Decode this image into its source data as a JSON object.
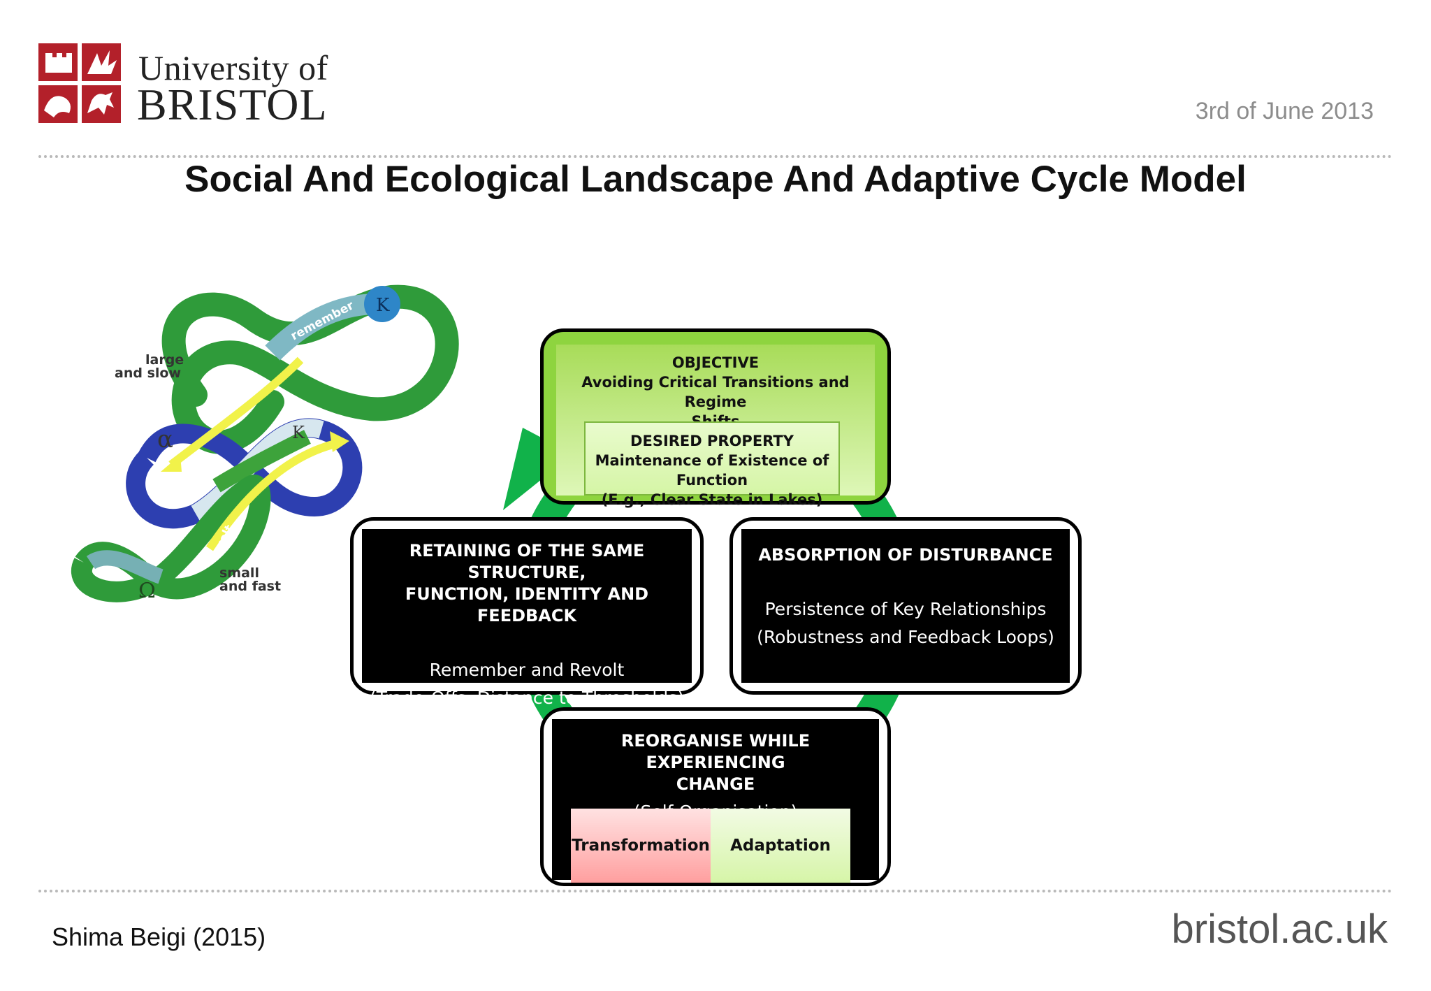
{
  "header": {
    "university_line1": "University of",
    "university_line2": "BRISTOL",
    "date": "3rd of June 2013"
  },
  "slide": {
    "title": "Social And Ecological Landscape And Adaptive Cycle Model"
  },
  "adaptive_cycle_figure": {
    "labels": {
      "large_slow_1": "large",
      "large_slow_2": "and  slow",
      "small_fast_1": "small",
      "small_fast_2": "and fast",
      "remember": "remember",
      "revolt": "revolt",
      "k_top": "K",
      "k_mid": "K",
      "alpha": "α",
      "omega": "Ω"
    }
  },
  "diagram": {
    "objective": {
      "heading": "OBJECTIVE",
      "text_line1": "Avoiding Critical Transitions and Regime",
      "text_line2": "Shifts",
      "desired_heading": "DESIRED PROPERTY",
      "desired_line1": "Maintenance of Existence of Function",
      "desired_line2": "(E.g., Clear State in Lakes)"
    },
    "retaining": {
      "heading_line1": "RETAINING OF THE SAME STRUCTURE,",
      "heading_line2": "FUNCTION, IDENTITY AND FEEDBACK",
      "body_line1": "Remember and Revolt",
      "body_line2": "(Trade-Offs, Distance to Thresholds)"
    },
    "absorption": {
      "heading": "ABSORPTION  OF DISTURBANCE",
      "body_line1": "Persistence of Key Relationships",
      "body_line2": "(Robustness and Feedback Loops)"
    },
    "reorganise": {
      "heading_line1": "REORGANISE WHILE EXPERIENCING",
      "heading_line2": "CHANGE",
      "body": "(Self-Organisation)",
      "transformation": "Transformation",
      "adaptation": "Adaptation"
    },
    "colors": {
      "cycle_arrow": "#11b24a",
      "objective_fill": "#a8dc59",
      "transformation_fill": "#ffb3b3",
      "adaptation_fill": "#dff7bb"
    }
  },
  "footer": {
    "author": "Shima Beigi (2015)",
    "site": "bristol.ac.uk"
  }
}
